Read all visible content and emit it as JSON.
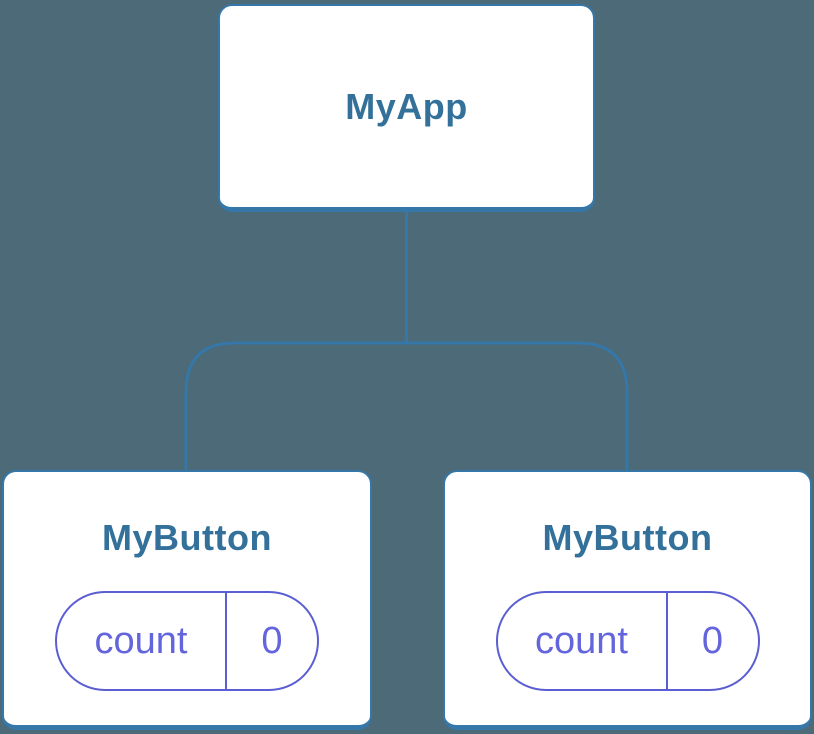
{
  "colors": {
    "background": "#4C6A77",
    "node_background": "#FFFFFF",
    "node_border": "#3577A8",
    "node_label_text": "#33719B",
    "connector_line": "#3577A8",
    "state_pill_border": "#5B5ED2",
    "state_pill_text": "#6365DC"
  },
  "tree": {
    "root": {
      "label": "MyApp"
    },
    "children": [
      {
        "label": "MyButton",
        "state": {
          "name": "count",
          "value": "0"
        }
      },
      {
        "label": "MyButton",
        "state": {
          "name": "count",
          "value": "0"
        }
      }
    ]
  }
}
